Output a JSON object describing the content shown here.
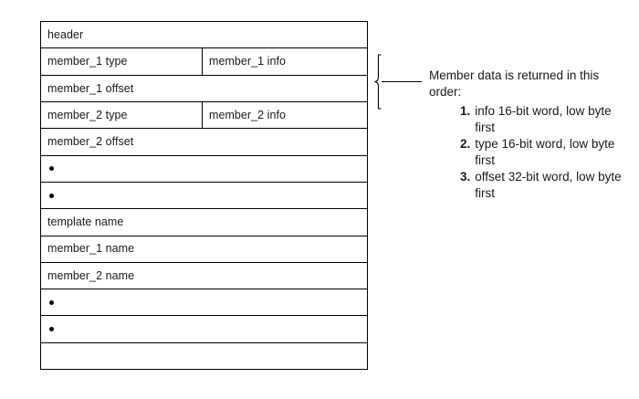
{
  "diagram": {
    "table": {
      "rows": [
        {
          "kind": "single",
          "label": "header"
        },
        {
          "kind": "split",
          "left": "member_1 type",
          "right": "member_1 info"
        },
        {
          "kind": "single",
          "label": "member_1 offset"
        },
        {
          "kind": "split",
          "left": "member_2 type",
          "right": "member_2 info"
        },
        {
          "kind": "single",
          "label": "member_2 offset"
        },
        {
          "kind": "bullet",
          "label": "•"
        },
        {
          "kind": "bullet",
          "label": "•"
        },
        {
          "kind": "single",
          "label": "template name"
        },
        {
          "kind": "single",
          "label": "member_1 name"
        },
        {
          "kind": "single",
          "label": "member_2 name"
        },
        {
          "kind": "bullet",
          "label": "•"
        },
        {
          "kind": "bullet",
          "label": "•"
        },
        {
          "kind": "single",
          "label": ""
        }
      ]
    },
    "annotation": {
      "paragraph": "Member data is returned in this order:",
      "items": [
        {
          "marker": "1.",
          "text": "info 16-bit word, low byte first"
        },
        {
          "marker": "2.",
          "text": "type 16-bit word, low byte first"
        },
        {
          "marker": "3.",
          "text": "offset 32-bit word, low byte first"
        }
      ]
    },
    "colors": {
      "line": "#000000",
      "text": "#1a1a1a",
      "background": "#ffffff"
    }
  }
}
